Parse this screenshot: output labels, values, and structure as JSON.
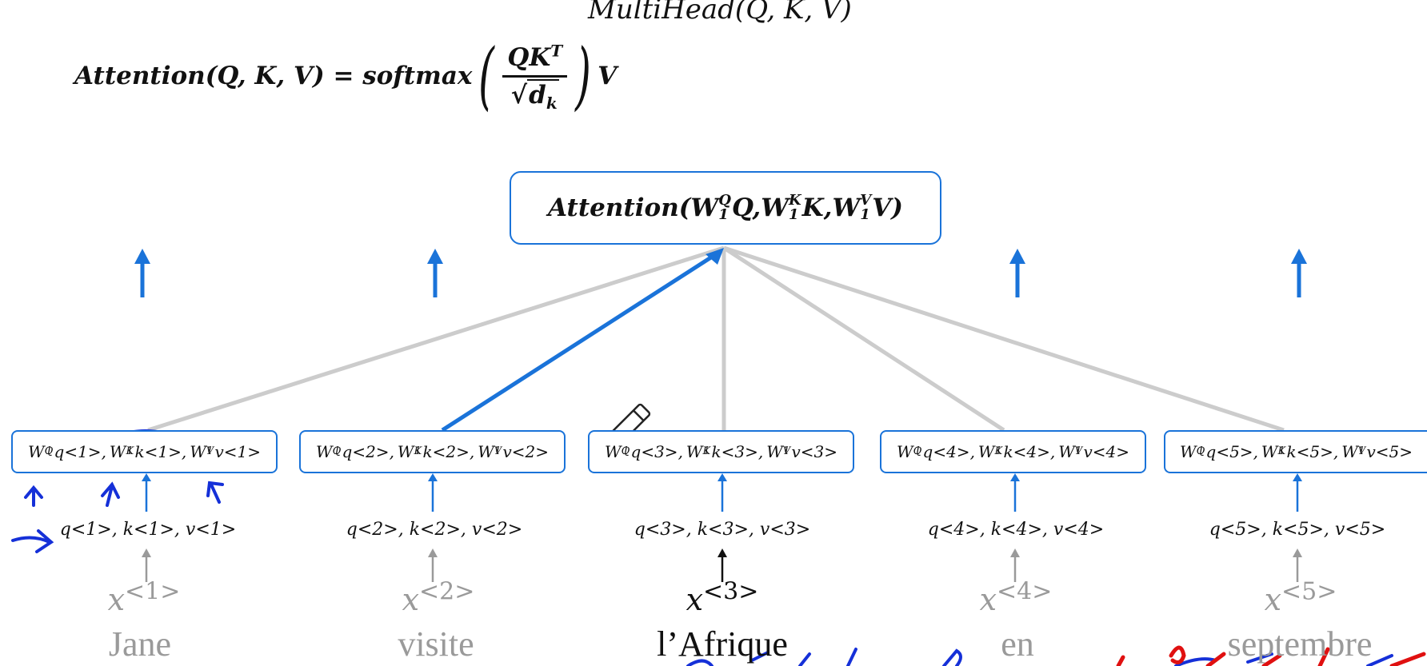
{
  "title": "MultiHead(Q, K, V)",
  "formula": {
    "lhs": "Attention(Q, K, V) = softmax",
    "numerator": "QK",
    "numerator_sup": "T",
    "denominator": "d",
    "denominator_sub": "k",
    "rhs": "V"
  },
  "attention_head": {
    "prefix": "Attention(",
    "w1": "W",
    "w1_sup": "Q",
    "w1_sub": "1",
    "a1": "Q, ",
    "w2": "W",
    "w2_sup": "K",
    "w2_sub": "1",
    "a2": "K, ",
    "w3": "W",
    "w3_sup": "V",
    "w3_sub": "1",
    "a3": "V)"
  },
  "tokens": [
    {
      "word": "Jane",
      "x": "x",
      "index": "<1>",
      "qkv": "q<1>, k<1>, v<1>",
      "proj": {
        "q": "q<1>",
        "k": "k<1>",
        "v": "v<1>"
      }
    },
    {
      "word": "visite",
      "x": "x",
      "index": "<2>",
      "qkv": "q<2>, k<2>, v<2>",
      "proj": {
        "q": "q<2>",
        "k": "k<2>",
        "v": "v<2>"
      }
    },
    {
      "word": "l’Afrique",
      "x": "x",
      "index": "<3>",
      "qkv": "q<3>, k<3>, v<3>",
      "proj": {
        "q": "q<3>",
        "k": "k<3>",
        "v": "v<3>"
      }
    },
    {
      "word": "en",
      "x": "x",
      "index": "<4>",
      "qkv": "q<4>, k<4>, v<4>",
      "proj": {
        "q": "q<4>",
        "k": "k<4>",
        "v": "v<4>"
      }
    },
    {
      "word": "septembre",
      "x": "x",
      "index": "<5>",
      "qkv": "q<5>, k<5>, v<5>",
      "proj": {
        "q": "q<5>",
        "k": "k<5>",
        "v": "v<5>"
      }
    }
  ],
  "active_token": 3,
  "colors": {
    "accent": "#1a73d9",
    "muted": "#c8c8c8",
    "annotation": "#1530d8",
    "annotation_red": "#e01010"
  },
  "icons": [
    "pen-cursor-icon"
  ]
}
